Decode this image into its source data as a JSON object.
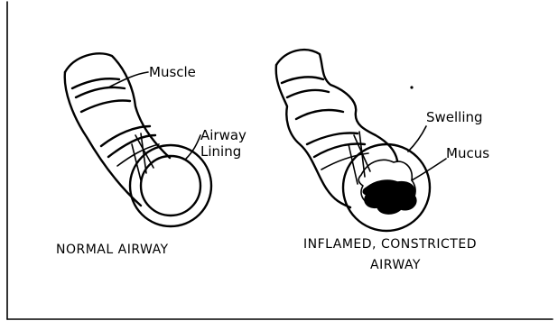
{
  "diagram": {
    "normal": {
      "labels": {
        "muscle": "Muscle",
        "airway_lining_line1": "Airway",
        "airway_lining_line2": "Lining"
      },
      "caption": "NORMAL AIRWAY"
    },
    "inflamed": {
      "labels": {
        "swelling": "Swelling",
        "mucus": "Mucus"
      },
      "caption_line1": "INFLAMED, CONSTRICTED",
      "caption_line2": "AIRWAY"
    }
  }
}
